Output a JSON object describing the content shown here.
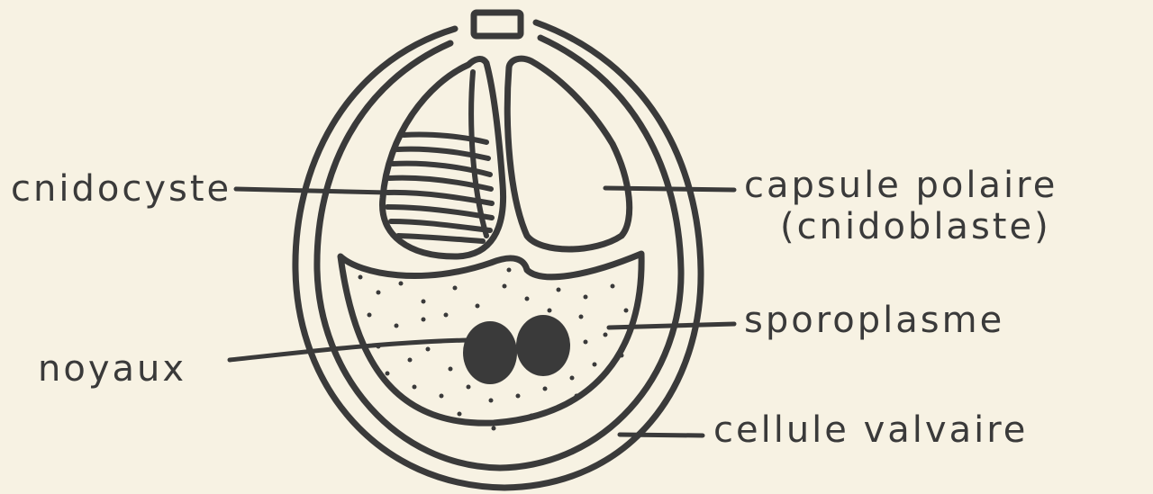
{
  "diagram": {
    "labels": {
      "cnidocyste": "cnidocyste",
      "capsule_line1": "capsule polaire",
      "capsule_line2": "(cnidoblaste)",
      "sporoplasme": "sporoplasme",
      "noyaux": "noyaux",
      "cellule": "cellule valvaire"
    },
    "colors": {
      "ink": "#3a3a3a",
      "paper": "#f7f2e3"
    }
  }
}
